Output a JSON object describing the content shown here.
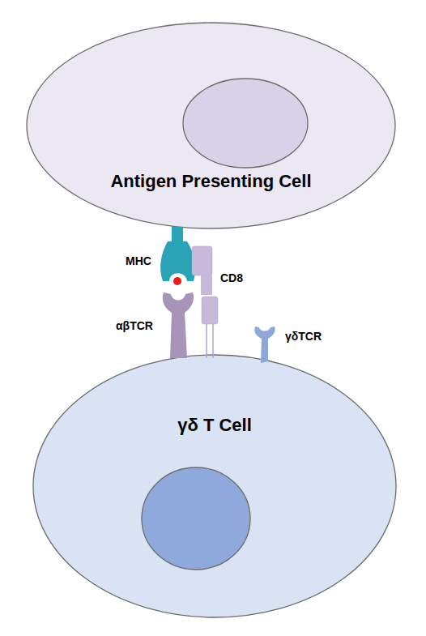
{
  "diagram": {
    "nodes": [
      {
        "text": [
          "Antigen Presenting Cell"
        ]
      },
      {
        "text": [
          "γδ T Cell"
        ]
      }
    ],
    "labels": [
      "MHC",
      "CD8",
      "αβTCR",
      "γδTCR"
    ]
  }
}
